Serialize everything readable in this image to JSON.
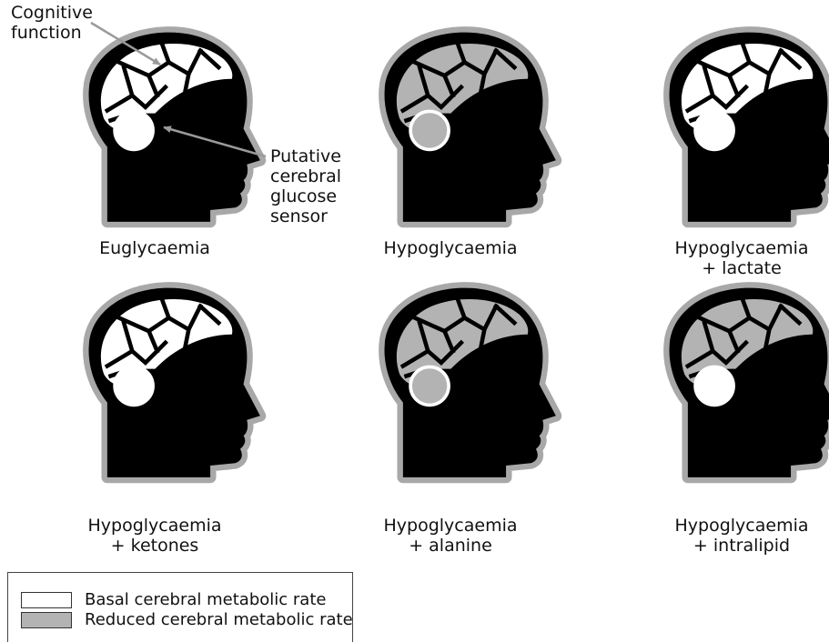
{
  "colors": {
    "ink": "#000000",
    "halo": "#a8a8a8",
    "basal": "#ffffff",
    "reduced": "#b3b3b3",
    "line": "#333333"
  },
  "panels": [
    {
      "caption_line1": "Euglycaemia",
      "caption_line2": "",
      "cortex": "basal",
      "sensor": "basal"
    },
    {
      "caption_line1": "Hypoglycaemia",
      "caption_line2": "",
      "cortex": "reduced",
      "sensor": "reduced"
    },
    {
      "caption_line1": "Hypoglycaemia",
      "caption_line2": "+ lactate",
      "cortex": "basal",
      "sensor": "basal"
    },
    {
      "caption_line1": "Hypoglycaemia",
      "caption_line2": "+ ketones",
      "cortex": "basal",
      "sensor": "basal"
    },
    {
      "caption_line1": "Hypoglycaemia",
      "caption_line2": "+ alanine",
      "cortex": "reduced",
      "sensor": "reduced"
    },
    {
      "caption_line1": "Hypoglycaemia",
      "caption_line2": "+ intralipid",
      "cortex": "reduced",
      "sensor": "basal"
    }
  ],
  "annotations": {
    "cognitive_line1": "Cognitive",
    "cognitive_line2": "function",
    "sensor_line1": "Putative",
    "sensor_line2": "cerebral",
    "sensor_line3": "glucose",
    "sensor_line4": "sensor"
  },
  "legend": {
    "items": [
      {
        "label": "Basal cerebral metabolic rate",
        "fill": "basal"
      },
      {
        "label": "Reduced cerebral metabolic rate",
        "fill": "reduced"
      }
    ]
  }
}
